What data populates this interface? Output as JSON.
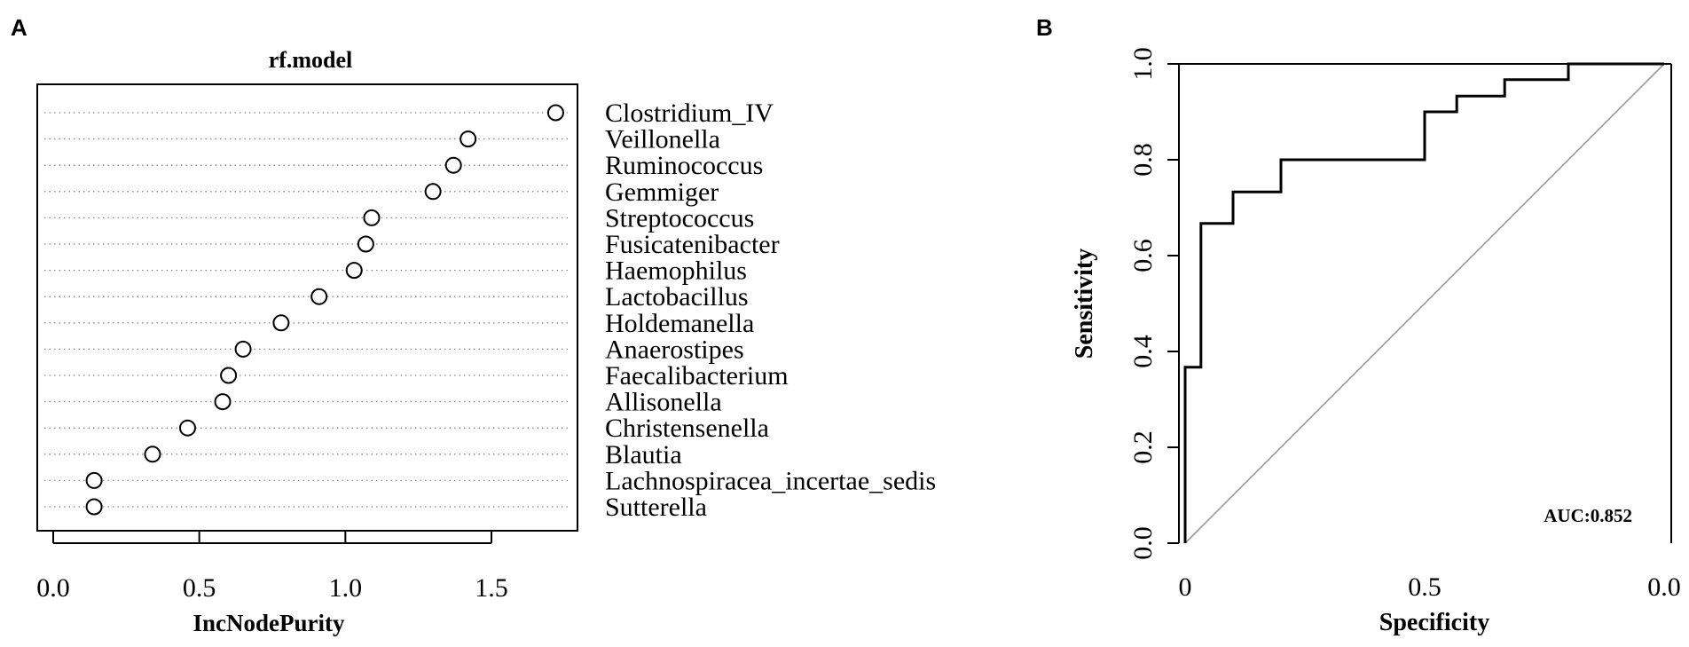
{
  "panels": {
    "a_label": "A",
    "b_label": "B"
  },
  "chart_data": [
    {
      "type": "scatter",
      "title": "rf.model",
      "xlabel": "IncNodePurity",
      "ylabel": "",
      "xlim": [
        -0.05,
        1.77
      ],
      "xticks": [
        "0.0",
        "0.5",
        "1.0",
        "1.5"
      ],
      "grid": "dotted horizontal",
      "categories": [
        "Clostridium_IV",
        "Veillonella",
        "Ruminococcus",
        "Gemmiger",
        "Streptococcus",
        "Fusicatenibacter",
        "Haemophilus",
        "Lactobacillus",
        "Holdemanella",
        "Anaerostipes",
        "Faecalibacterium",
        "Allisonella",
        "Christensenella",
        "Blautia",
        "Lachnospiracea_incertae_sedis",
        "Sutterella"
      ],
      "values": [
        1.72,
        1.42,
        1.37,
        1.3,
        1.09,
        1.07,
        1.03,
        0.91,
        0.78,
        0.65,
        0.6,
        0.58,
        0.46,
        0.34,
        0.14,
        0.14
      ]
    },
    {
      "type": "line",
      "title": "",
      "xlabel": "Specificity",
      "ylabel": "Sensitivity",
      "xlim": [
        1.0,
        0.0
      ],
      "ylim": [
        0.0,
        1.0
      ],
      "xticks": [
        "0",
        "0.5",
        "0.0"
      ],
      "yticks": [
        "0.0",
        "0.2",
        "0.4",
        "0.6",
        "0.8",
        "1.0"
      ],
      "annotation": "AUC:0.852",
      "series": [
        {
          "points": [
            [
              1.0,
              0.0
            ],
            [
              1.0,
              0.367
            ],
            [
              0.967,
              0.367
            ],
            [
              0.967,
              0.667
            ],
            [
              0.9,
              0.667
            ],
            [
              0.9,
              0.733
            ],
            [
              0.8,
              0.733
            ],
            [
              0.8,
              0.8
            ],
            [
              0.5,
              0.8
            ],
            [
              0.5,
              0.9
            ],
            [
              0.433,
              0.9
            ],
            [
              0.433,
              0.933
            ],
            [
              0.333,
              0.933
            ],
            [
              0.333,
              0.967
            ],
            [
              0.2,
              0.967
            ],
            [
              0.2,
              1.0
            ],
            [
              0.0,
              1.0
            ]
          ]
        }
      ],
      "reference_line": [
        [
          1.0,
          0.0
        ],
        [
          0.0,
          1.0
        ]
      ],
      "colors": {
        "roc": "#000000",
        "reference": "#9a9a9a"
      }
    }
  ]
}
